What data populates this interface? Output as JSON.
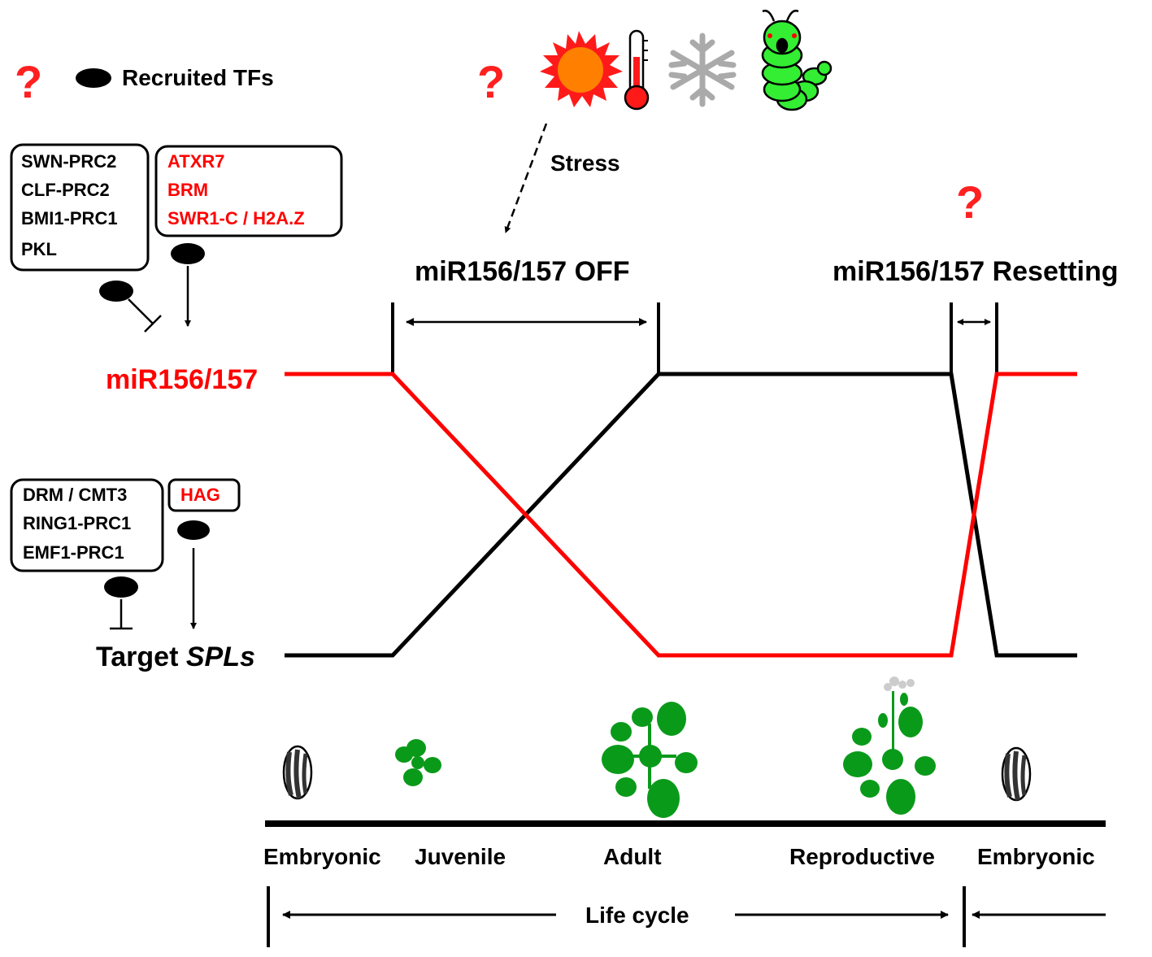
{
  "legend": {
    "question": "?",
    "label": "Recruited TFs"
  },
  "mir_regulators": {
    "repressors": [
      "SWN-PRC2",
      "CLF-PRC2",
      "BMI1-PRC1",
      "PKL"
    ],
    "activators": [
      "ATXR7",
      "BRM",
      "SWR1-C / H2A.Z"
    ]
  },
  "spl_regulators": {
    "repressors": [
      "DRM / CMT3",
      "RING1-PRC1",
      "EMF1-PRC1"
    ],
    "activators": [
      "HAG"
    ]
  },
  "stress": {
    "question": "?",
    "label": "Stress",
    "icons": [
      "sun-icon",
      "thermometer-icon",
      "snowflake-icon",
      "caterpillar-icon"
    ]
  },
  "labels": {
    "mir": "miR156/157",
    "target_prefix": "Target ",
    "target_italic": "SPLs",
    "off": "miR156/157 OFF",
    "resetting": "miR156/157 Resetting",
    "reset_question": "?"
  },
  "stages": [
    "Embryonic",
    "Juvenile",
    "Adult",
    "Reproductive",
    "Embryonic"
  ],
  "life_cycle": "Life cycle",
  "colors": {
    "mir": "#ff0000",
    "spl": "#000000",
    "plant": "#0a9a1a",
    "question": "#ff2020"
  }
}
